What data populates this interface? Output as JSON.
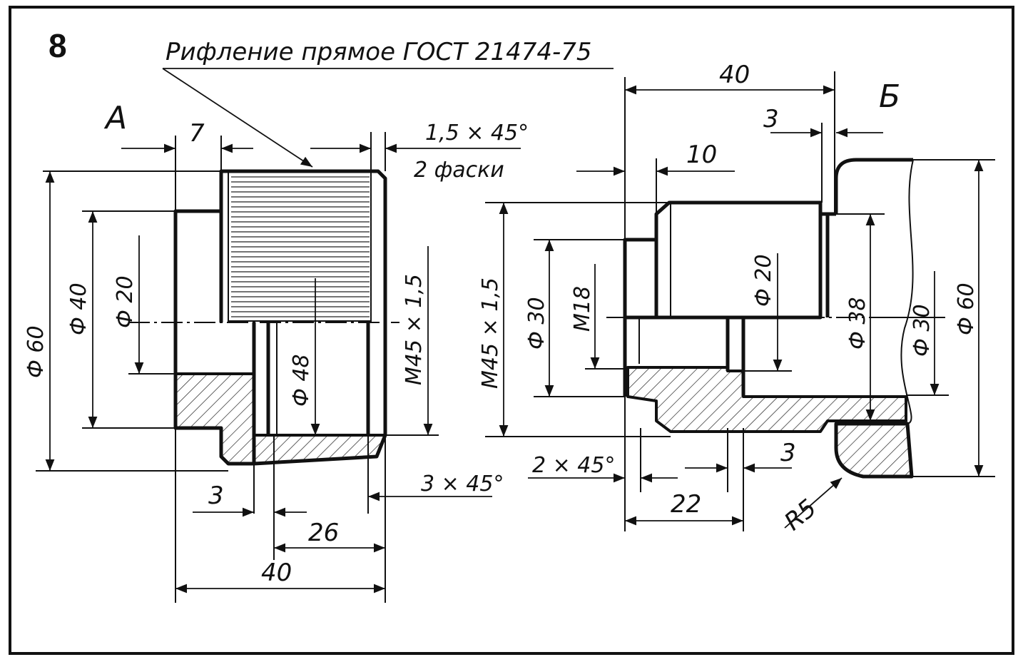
{
  "figure": {
    "number": "8",
    "note": "Рифление прямое ГОСТ 21474-75"
  },
  "view_a": {
    "label": "А",
    "dims": {
      "d60": "Ф 60",
      "d40": "Ф 40",
      "d20": "Ф 20",
      "d48": "Ф 48",
      "thread": "M45 × 1,5",
      "len7": "7",
      "chamfer_top": "1,5 × 45°",
      "chamfer_top_note": "2 фаски",
      "len3": "3",
      "len26": "26",
      "len40": "40",
      "chamfer_bottom": "3 × 45°"
    }
  },
  "view_b": {
    "label": "Б",
    "dims": {
      "len40": "40",
      "len3_top": "3",
      "len10": "10",
      "thread": "M45 × 1,5",
      "d30_left": "Ф 30",
      "m18": "M18",
      "d20": "Ф 20",
      "d38": "Ф 38",
      "d30_right": "Ф 30",
      "d60": "Ф 60",
      "chamfer": "2 × 45°",
      "len3_bottom": "3",
      "len22": "22",
      "radius": "R5"
    }
  }
}
